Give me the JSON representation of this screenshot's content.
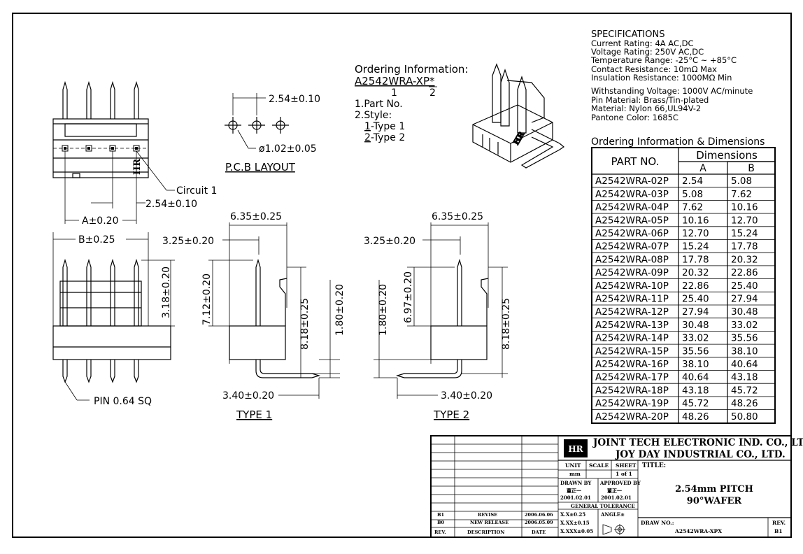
{
  "specs": {
    "title": "SPECIFICATIONS",
    "lines": [
      "Current Rating: 4A AC,DC",
      "Voltage Rating: 250V AC,DC",
      "Temperature Range: -25°C ~ +85°C",
      "Contact Resistance: 10mΩ Max",
      "Insulation Resistance: 1000MΩ Min",
      "Withstanding Voltage: 1000V AC/minute",
      "Pin Material: Brass/Tin-plated",
      "Material: Nylon 66,UL94V-2",
      "Pantone Color: 1685C"
    ]
  },
  "ordering": {
    "title": "Ordering Information:",
    "code_main": "A2542WRA-XP",
    "code_star": "*",
    "num1": "1",
    "num2": "2",
    "item1": "1.Part No.",
    "item2": "2.Style:",
    "style1_num": "1",
    "style1_rest": "-Type 1",
    "style2_num": "2",
    "style2_rest": "-Type 2"
  },
  "table": {
    "title": "Ordering Information & Dimensions",
    "col_part": "PART NO.",
    "col_dims": "Dimensions",
    "col_a": "A",
    "col_b": "B",
    "rows": [
      [
        "A2542WRA-02P",
        "2.54",
        "5.08"
      ],
      [
        "A2542WRA-03P",
        "5.08",
        "7.62"
      ],
      [
        "A2542WRA-04P",
        "7.62",
        "10.16"
      ],
      [
        "A2542WRA-05P",
        "10.16",
        "12.70"
      ],
      [
        "A2542WRA-06P",
        "12.70",
        "15.24"
      ],
      [
        "A2542WRA-07P",
        "15.24",
        "17.78"
      ],
      [
        "A2542WRA-08P",
        "17.78",
        "20.32"
      ],
      [
        "A2542WRA-09P",
        "20.32",
        "22.86"
      ],
      [
        "A2542WRA-10P",
        "22.86",
        "25.40"
      ],
      [
        "A2542WRA-11P",
        "25.40",
        "27.94"
      ],
      [
        "A2542WRA-12P",
        "27.94",
        "30.48"
      ],
      [
        "A2542WRA-13P",
        "30.48",
        "33.02"
      ],
      [
        "A2542WRA-14P",
        "33.02",
        "35.56"
      ],
      [
        "A2542WRA-15P",
        "35.56",
        "38.10"
      ],
      [
        "A2542WRA-16P",
        "38.10",
        "40.64"
      ],
      [
        "A2542WRA-17P",
        "40.64",
        "43.18"
      ],
      [
        "A2542WRA-18P",
        "43.18",
        "45.72"
      ],
      [
        "A2542WRA-19P",
        "45.72",
        "48.26"
      ],
      [
        "A2542WRA-20P",
        "48.26",
        "50.80"
      ]
    ]
  },
  "pcb": {
    "pitch": "2.54±0.10",
    "hole": "ø1.02±0.05",
    "caption": "P.C.B LAYOUT"
  },
  "top_view": {
    "circuit": "Circuit 1",
    "pitch": "2.54±0.10",
    "dim_a": "A±0.20",
    "marking": "HR"
  },
  "front_view": {
    "dim_b": "B±0.25",
    "dim_h": "3.18±0.20",
    "pin": "PIN 0.64 SQ"
  },
  "type1": {
    "w": "6.35±0.25",
    "off": "3.25±0.20",
    "h1": "7.12±0.20",
    "h2": "8.18±0.25",
    "h3": "1.80±0.20",
    "bottom": "3.40±0.20",
    "caption": "TYPE 1"
  },
  "type2": {
    "w": "6.35±0.25",
    "off": "3.25±0.20",
    "h1": "6.97±0.20",
    "h2": "8.18±0.25",
    "h3": "1.80±0.20",
    "bottom": "3.40±0.20",
    "caption": "TYPE 2"
  },
  "title_block": {
    "company1": "JOINT TECH ELECTRONIC IND. CO., LTD.",
    "company2": "JOY DAY INDUSTRIAL CO., LTD.",
    "unit_label": "UNIT",
    "unit_val": "mm",
    "scale_label": "SCALE",
    "sheet_label": "SHEET",
    "sheet_val": "1 of 1",
    "title_label": "TITLE:",
    "title1": "2.54mm PITCH",
    "title2": "90°WAFER",
    "drawn_label": "DRAWN BY",
    "drawn_name": "董正一",
    "drawn_date": "2001.02.01",
    "approved_label": "APPROVED BY",
    "approved_name": "董正一",
    "approved_date": "2001.02.01",
    "tol_label": "GENERAL TOLERANCE",
    "tol1": "X.X±0.25",
    "tol2": "X.XX±0.15",
    "tol3": "X.XXX±0.05",
    "angle_label": "ANGLE±",
    "draw_no_label": "DRAW NO.:",
    "draw_no": "A2542WRA-XPX",
    "rev_label": "REV.",
    "rev_val": "B1",
    "revs": [
      [
        "B1",
        "REVISE",
        "2006.06.06"
      ],
      [
        "B0",
        "NEW RELEASE",
        "2006.05.09"
      ]
    ],
    "rev_head": [
      "REV.",
      "DESCRIPTION",
      "DATE"
    ]
  }
}
